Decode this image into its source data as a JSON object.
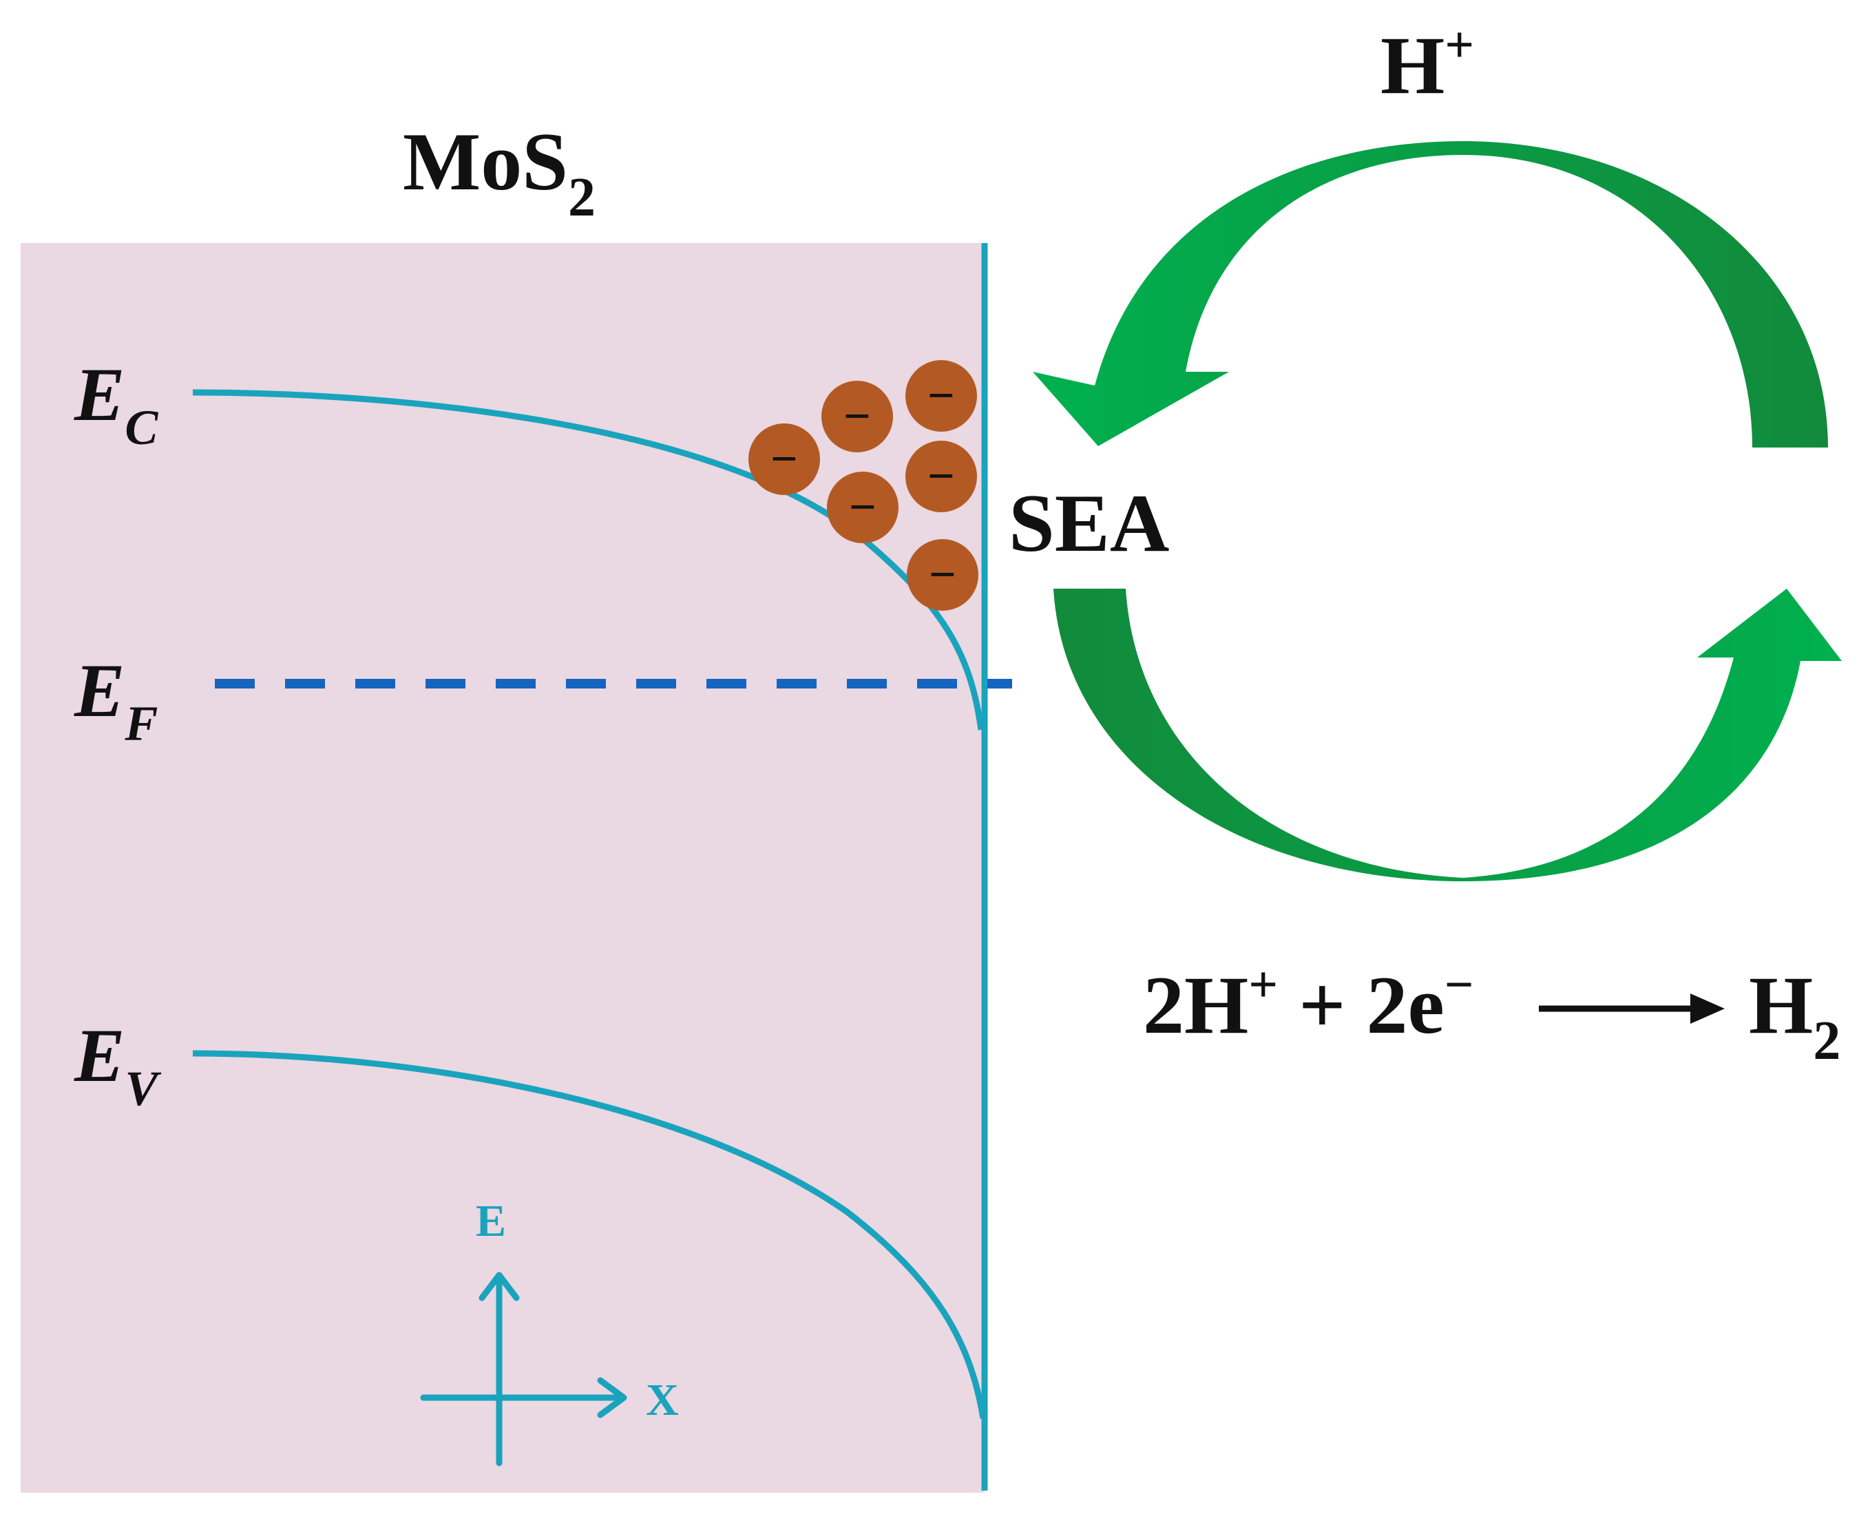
{
  "material": {
    "base": "MoS",
    "sub": "2"
  },
  "bands": {
    "conduction": {
      "letter": "E",
      "sub": "C"
    },
    "fermi": {
      "letter": "E",
      "sub": "F"
    },
    "valence": {
      "letter": "E",
      "sub": "V"
    }
  },
  "axes": {
    "energy": "E",
    "position": "X"
  },
  "electron_symbol": "−",
  "site_label": "SEA",
  "proton": {
    "base": "H",
    "sup": "+"
  },
  "reaction": {
    "lhs_coef1": "2H",
    "lhs_sup1": "+",
    "plus": " + ",
    "lhs_coef2": "2e",
    "lhs_sup2": "−",
    "product_base": "H",
    "product_sub": "2"
  },
  "colors": {
    "semiconductor_bg": "#ead8e2",
    "band_line": "#1aa3bd",
    "fermi_line": "#1565c0",
    "electron": "#b35a24",
    "arrow_light": "#00b04f",
    "arrow_dark": "#128a3c"
  }
}
